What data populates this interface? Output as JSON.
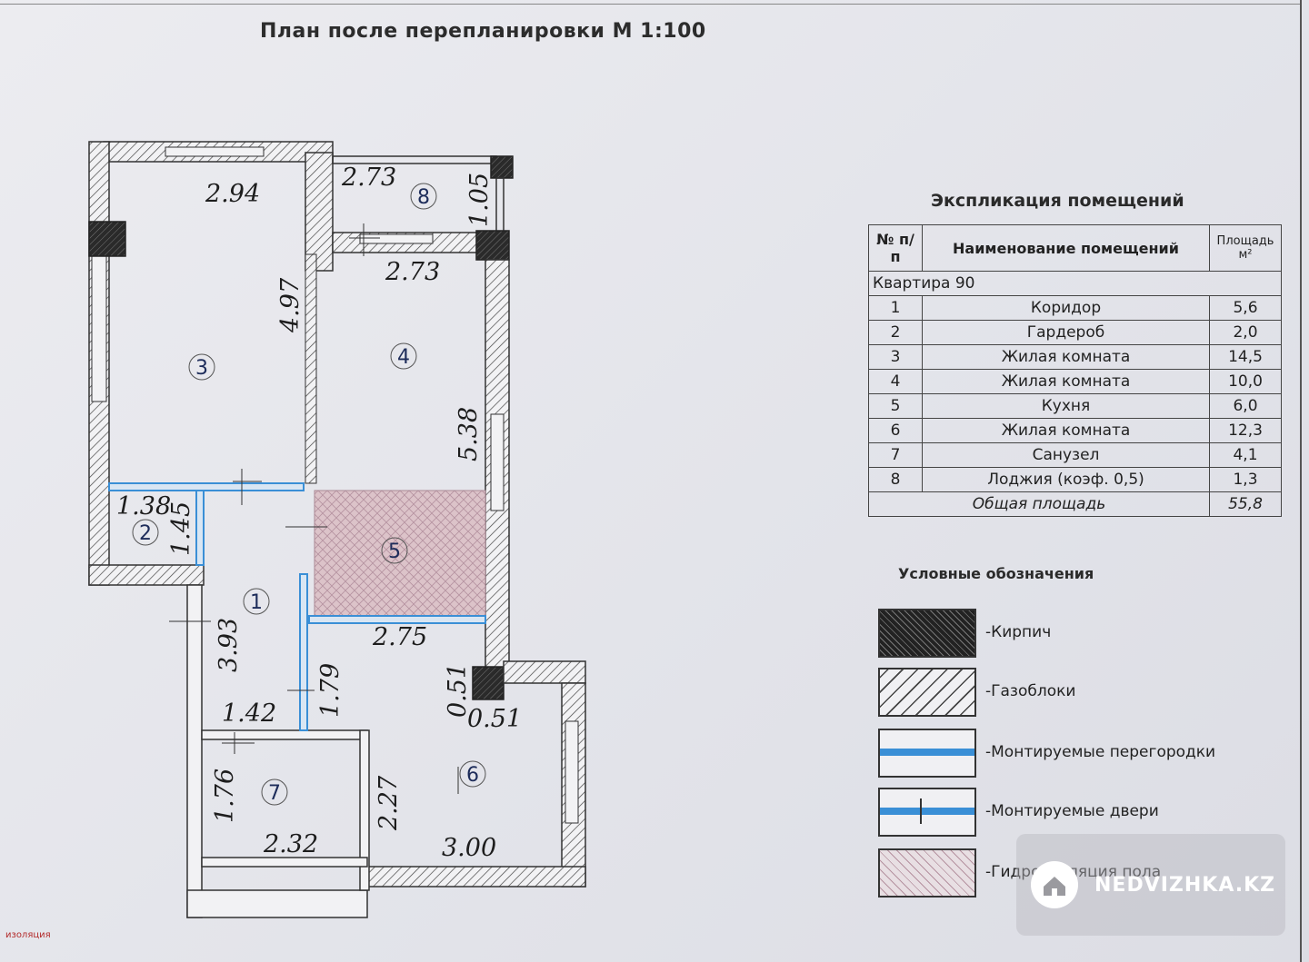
{
  "title": "План после перепланировки  М 1:100",
  "plan": {
    "dimensions": [
      "2.94",
      "2.73",
      "1.05",
      "2.73",
      "4.97",
      "5.38",
      "1.38",
      "1.45",
      "3.93",
      "1.79",
      "2.75",
      "0.51",
      "0.51",
      "1.42",
      "1.76",
      "2.27",
      "2.32",
      "3.00"
    ],
    "room_numbers": [
      "1",
      "2",
      "3",
      "4",
      "5",
      "6",
      "7",
      "8"
    ]
  },
  "explication": {
    "title": "Экспликация помещений",
    "col_no": "№ п/п",
    "col_name": "Наименование помещений",
    "col_area": "Площадь м²",
    "apartment": "Квартира 90",
    "rows": [
      {
        "n": "1",
        "name": "Коридор",
        "area": "5,6"
      },
      {
        "n": "2",
        "name": "Гардероб",
        "area": "2,0"
      },
      {
        "n": "3",
        "name": "Жилая комната",
        "area": "14,5"
      },
      {
        "n": "4",
        "name": "Жилая комната",
        "area": "10,0"
      },
      {
        "n": "5",
        "name": "Кухня",
        "area": "6,0"
      },
      {
        "n": "6",
        "name": "Жилая комната",
        "area": "12,3"
      },
      {
        "n": "7",
        "name": "Санузел",
        "area": "4,1"
      },
      {
        "n": "8",
        "name": "Лоджия (коэф. 0,5)",
        "area": "1,3"
      }
    ],
    "total_label": "Общая площадь",
    "total_area": "55,8"
  },
  "legend": {
    "title": "Условные обозначения",
    "items": [
      {
        "label": "-Кирпич"
      },
      {
        "label": "-Газоблоки"
      },
      {
        "label": "-Монтируемые перегородки"
      },
      {
        "label": "-Монтируемые двери"
      },
      {
        "label": "-Гидроизоляция пола"
      }
    ]
  },
  "watermark": "NEDVIZHKA.KZ",
  "corner_text": "изоляция",
  "colors": {
    "partition": "#3a8fd6",
    "hatch": "#444444",
    "brick": "#2a2a2a",
    "waterproof": "#d9b8bf"
  }
}
